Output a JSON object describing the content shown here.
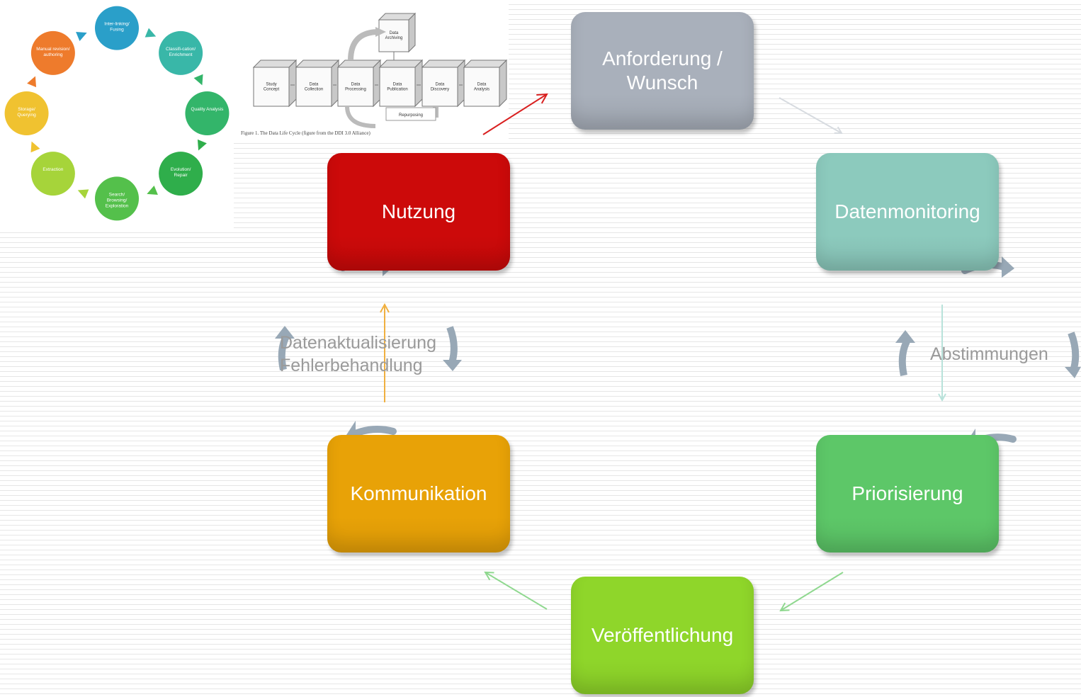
{
  "diagram": {
    "nodes": [
      {
        "id": "anforderung",
        "label": "Anforderung / Wunsch",
        "color": "#a9b0bb"
      },
      {
        "id": "datenmonitoring",
        "label": "Datenmonitoring",
        "color": "#8ccabd"
      },
      {
        "id": "priorisierung",
        "label": "Priorisierung",
        "color": "#5dc768"
      },
      {
        "id": "veroeffentlichung",
        "label": "Veröffentlichung",
        "color": "#8fd62a"
      },
      {
        "id": "kommunikation",
        "label": "Kommunikation",
        "color": "#e8a207"
      },
      {
        "id": "nutzung",
        "label": "Nutzung",
        "color": "#cc0a0a"
      }
    ],
    "side_labels": {
      "left_line1": "Datenaktualisierung",
      "left_line2": "Fehlerbehandlung",
      "right": "Abstimmungen"
    }
  },
  "inset_circle": {
    "items": [
      "Inter-linking/Fusing",
      "Classifi-cation/Enrichment",
      "Quality Analysis",
      "Evolution/Repair",
      "Search/Browsing/Exploration",
      "Extraction",
      "Storage/Querying",
      "Manual revision/authoring"
    ],
    "colors": [
      "#2a9fc9",
      "#39b7a8",
      "#33b56a",
      "#2fae4b",
      "#54c04b",
      "#a6d43a",
      "#f0c230",
      "#ee7b2c"
    ]
  },
  "inset_flow": {
    "boxes": [
      "Study Concept",
      "Data Collection",
      "Data Processing",
      "Data Publication",
      "Data Discovery",
      "Data Analysis",
      "Data Archiving"
    ],
    "center_label": "Data Publication",
    "loop_label": "Repurposing",
    "caption": "Figure 1. The Data Life Cycle (figure from the DDI 3.0 Alliance)"
  }
}
